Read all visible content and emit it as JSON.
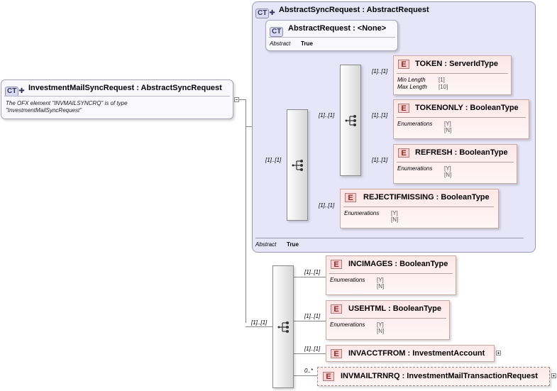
{
  "root": {
    "badge": "CT",
    "title": "InvestmentMailSyncRequest : AbstractSyncRequest",
    "description_line1": "The OFX element \"INVMAILSYNCRQ\" is of type",
    "description_line2": "\"InvestmentMailSyncRequest\""
  },
  "abstract_sync": {
    "badge": "CT",
    "title": "AbstractSyncRequest : AbstractRequest",
    "abstract_label": "Abstract",
    "abstract_value": "True"
  },
  "abstract_request": {
    "badge": "CT",
    "title": "AbstractRequest : <None>",
    "abstract_label": "Abstract",
    "abstract_value": "True"
  },
  "elements": {
    "token": {
      "badge": "E",
      "title": "TOKEN   : ServerIdType",
      "prop1": "Min Length",
      "val1": "[1]",
      "prop2": "Max Length",
      "val2": "[10]"
    },
    "tokenonly": {
      "badge": "E",
      "title": "TOKENONLY : BooleanType",
      "prop": "Enumerations",
      "val1": "[Y]",
      "val2": "[N]"
    },
    "refresh": {
      "badge": "E",
      "title": "REFRESH : BooleanType",
      "prop": "Enumerations",
      "val1": "[Y]",
      "val2": "[N]"
    },
    "rejectifmissing": {
      "badge": "E",
      "title": "REJECTIFMISSING : BooleanType",
      "prop": "Enumerations",
      "val1": "[Y]",
      "val2": "[N]"
    },
    "incimages": {
      "badge": "E",
      "title": "INCIMAGES : BooleanType",
      "prop": "Enumerations",
      "val1": "[Y]",
      "val2": "[N]"
    },
    "usehtml": {
      "badge": "E",
      "title": "USEHTML : BooleanType",
      "prop": "Enumerations",
      "val1": "[Y]",
      "val2": "[N]"
    },
    "invacctfrom": {
      "badge": "E",
      "title": "INVACCTFROM : InvestmentAccount"
    },
    "invmailtrnrq": {
      "badge": "E",
      "title": "INVMAILTRNRQ : InvestmentMailTransactionRequest"
    }
  },
  "cardinalities": {
    "token": "[1]..[1]",
    "tokenonly": "[1]..[1]",
    "refresh": "[1]..[1]",
    "inner_seq": "[1]..[1]",
    "rejectifmissing": "[1]..[1]",
    "main_seq": "[1]..[1]",
    "outer_seq": "[1]..[1]",
    "incimages": "[1]..[1]",
    "usehtml": "[1]..[1]",
    "invacctfrom": "[1]..[1]",
    "invmailtrnrq": "0..*"
  },
  "icons": {
    "sequence": "sequence-icon",
    "expand": "expand-plus-icon",
    "collapse": "collapse-minus-icon"
  },
  "colors": {
    "group_bg": "#e6e6f8",
    "element_bg": "#fde7e7",
    "ct_badge": "#dadaf2",
    "e_badge": "#f6d0d0"
  }
}
